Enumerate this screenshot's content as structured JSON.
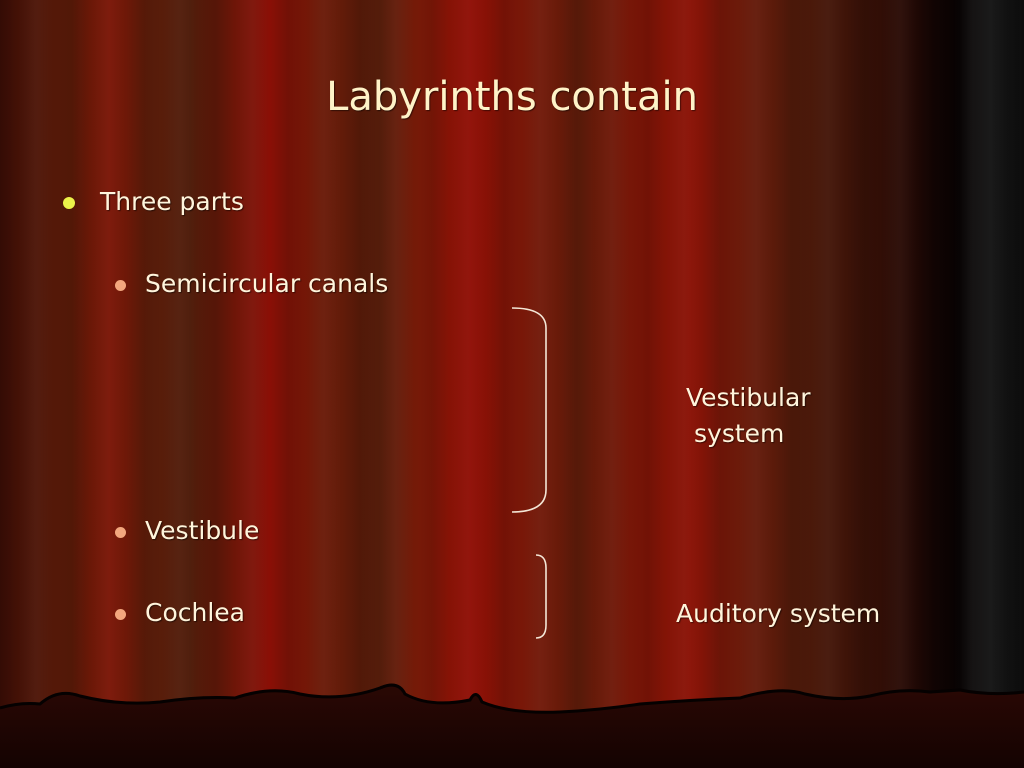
{
  "slide": {
    "title": "Labyrinths contain",
    "level1": {
      "text": "Three parts"
    },
    "level2": [
      {
        "text": "Semicircular canals"
      },
      {
        "text": "Vestibule"
      },
      {
        "text": "Cochlea"
      }
    ],
    "labels": {
      "vestibular_line1": "Vestibular",
      "vestibular_line2": "system",
      "auditory": "Auditory system"
    }
  },
  "colors": {
    "text": "#fff5dc",
    "title": "#fff3c8",
    "bullet_level1": "#ecf24a",
    "bullet_level2": "#f2a77e",
    "curtain_red": "#8a0f06"
  }
}
